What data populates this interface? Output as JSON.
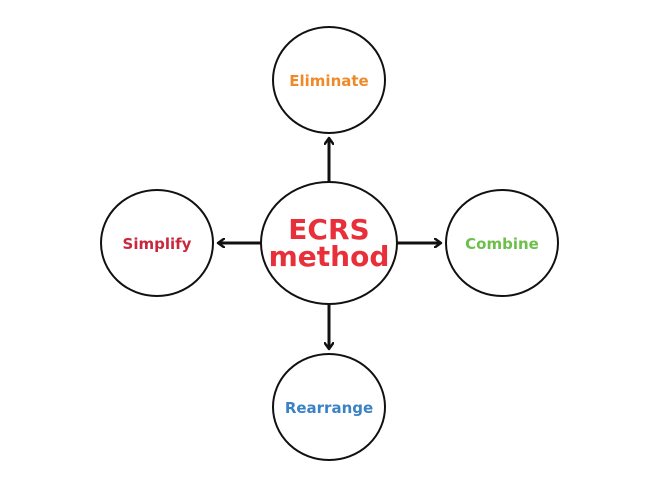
{
  "diagram": {
    "center": {
      "line1": "ECRS",
      "line2": "method",
      "color": "#e8303a"
    },
    "nodes": {
      "top": {
        "label": "Eliminate",
        "color": "#ef8a2a"
      },
      "right": {
        "label": "Combine",
        "color": "#6cc04a"
      },
      "bottom": {
        "label": "Rearrange",
        "color": "#3b82c4"
      },
      "left": {
        "label": "Simplify",
        "color": "#c8283c"
      }
    },
    "stroke_color": "#111111"
  }
}
